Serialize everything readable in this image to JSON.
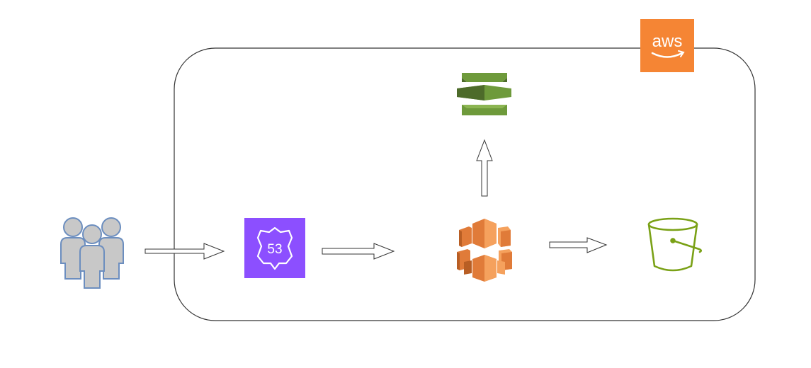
{
  "aws_logo": {
    "text": "aws",
    "background": "#F58534",
    "icon": "aws-logo"
  },
  "route53": {
    "text": "53",
    "color": "#8C4FFF",
    "icon": "route53-shield-icon"
  },
  "colors": {
    "boundary_stroke": "#333333",
    "users_fill": "#C8C8C8",
    "users_stroke": "#6C8EBF",
    "orange": "#E07B39",
    "orange_light": "#F5A15D",
    "green": "#6E9A3B",
    "green_dark": "#4D6B2A",
    "bucket_green": "#7AA116"
  },
  "icons": {
    "users": "users-group-icon",
    "elastic_transcoder": "elastic-transcoder-icon",
    "cloudfront": "cloudfront-cubes-icon",
    "s3": "s3-bucket-icon"
  }
}
